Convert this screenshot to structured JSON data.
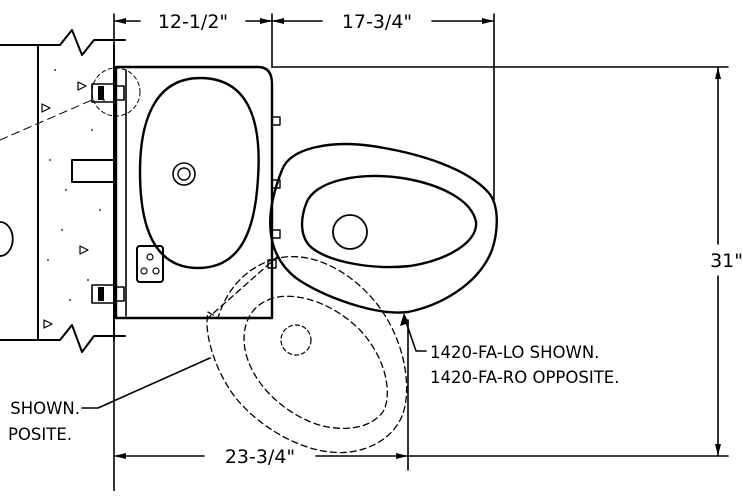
{
  "dimensions": {
    "width_left": "12-1/2\"",
    "width_right": "17-3/4\"",
    "height": "31\"",
    "bottom": "23-3/4\""
  },
  "notes": {
    "right_line1": "1420-FA-LO SHOWN.",
    "right_line2": "1420-FA-RO OPPOSITE.",
    "left_line1": "SHOWN.",
    "left_line2": "POSITE."
  }
}
